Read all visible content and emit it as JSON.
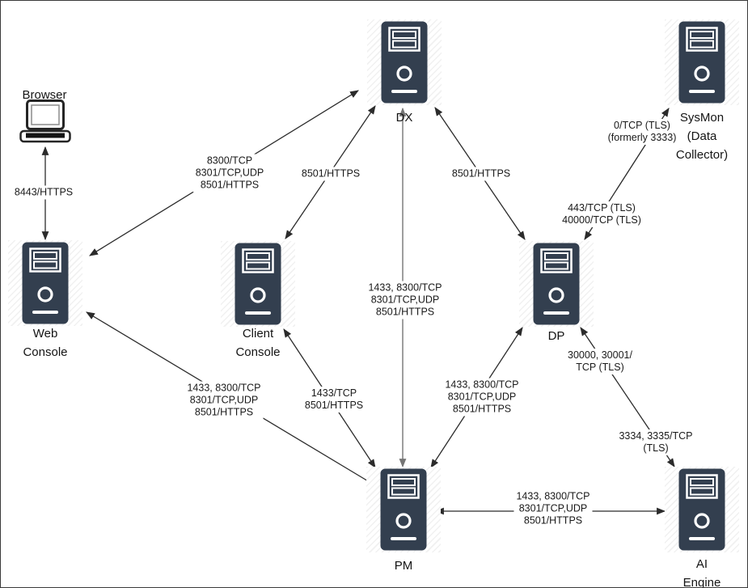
{
  "colors": {
    "server_fill": "#333f4f",
    "arrow": "#2b2b2b",
    "arrow_muted": "#757575"
  },
  "nodes": {
    "browser": {
      "label": "Browser"
    },
    "dx": {
      "label": "DX"
    },
    "sysmon": {
      "label": "SysMon\n(Data\nCollector)"
    },
    "web_console": {
      "label": "Web\nConsole"
    },
    "client_console": {
      "label": "Client\nConsole"
    },
    "dp": {
      "label": "DP"
    },
    "pm": {
      "label": "PM"
    },
    "ai_engine": {
      "label": "AI Engine"
    }
  },
  "edges": {
    "browser_web": {
      "label": "8443/HTTPS"
    },
    "web_dx": {
      "label": "8300/TCP\n8301/TCP,UDP\n8501/HTTPS"
    },
    "client_dx": {
      "label": "8501/HTTPS"
    },
    "dp_dx": {
      "label": "8501/HTTPS"
    },
    "dx_pm": {
      "label": "1433, 8300/TCP\n8301/TCP,UDP\n8501/HTTPS"
    },
    "web_pm": {
      "label": "1433, 8300/TCP\n8301/TCP,UDP\n8501/HTTPS"
    },
    "client_pm": {
      "label": "1433/TCP\n8501/HTTPS"
    },
    "dp_pm": {
      "label": "1433, 8300/TCP\n8301/TCP,UDP\n8501/HTTPS"
    },
    "dp_sysmon": {
      "label_upper": "0/TCP (TLS)\n(formerly 3333)",
      "label_lower": "443/TCP (TLS)\n40000/TCP (TLS)"
    },
    "dp_ai": {
      "label_upper": "30000, 30001/\nTCP (TLS)",
      "label_lower": "3334, 3335/TCP\n(TLS)"
    },
    "pm_ai": {
      "label": "1433, 8300/TCP\n8301/TCP,UDP\n8501/HTTPS"
    }
  }
}
